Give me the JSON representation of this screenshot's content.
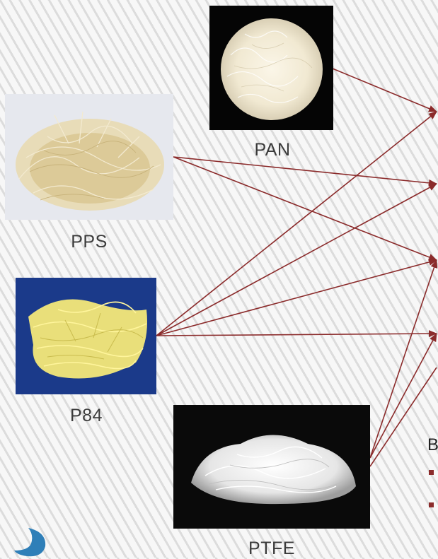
{
  "fibers": [
    {
      "id": "pan",
      "label": "PAN"
    },
    {
      "id": "pps",
      "label": "PPS"
    },
    {
      "id": "p84",
      "label": "P84"
    },
    {
      "id": "ptfe",
      "label": "PTFE"
    }
  ],
  "right_panel": {
    "heading_fragment": "B"
  },
  "colors": {
    "arrow": "#8b2b2b",
    "bullet": "#8b2b2b",
    "p84_bg": "#1b3a8a",
    "pps_bg": "#e6e8ee"
  }
}
